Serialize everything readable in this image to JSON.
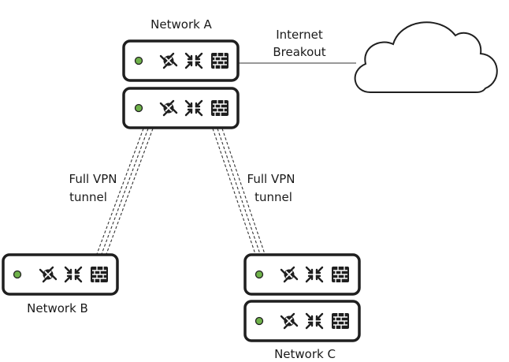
{
  "labels": {
    "network_a": "Network A",
    "network_b": "Network B",
    "network_c": "Network C",
    "internet_line1": "Internet",
    "internet_line2": "Breakout",
    "vpn_left_line1": "Full VPN",
    "vpn_left_line2": "tunnel",
    "vpn_right_line1": "Full VPN",
    "vpn_right_line2": "tunnel"
  },
  "icons": [
    "status-led",
    "router-icon",
    "switch-icon",
    "firewall-icon"
  ],
  "colors": {
    "led": "#6fb24a",
    "outline": "#1f1f1f"
  }
}
